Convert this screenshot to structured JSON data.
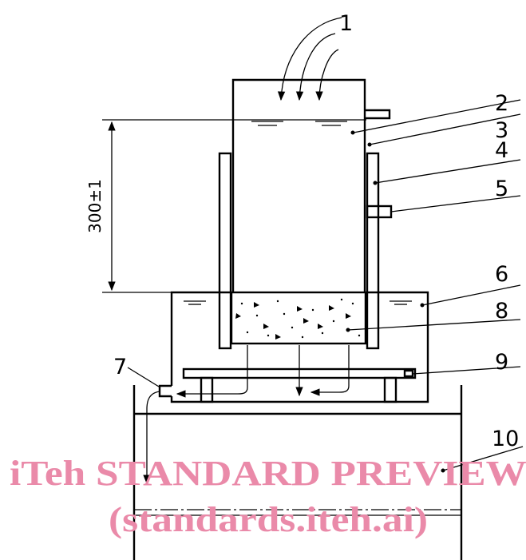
{
  "labels": {
    "n1": "1",
    "n2": "2",
    "n3": "3",
    "n4": "4",
    "n5": "5",
    "n6": "6",
    "n7": "7",
    "n8": "8",
    "n9": "9",
    "n10": "10"
  },
  "dimension": {
    "text": "300±1"
  },
  "watermark": {
    "line1": "iTeh STANDARD PREVIEW",
    "line2": "(standards.iteh.ai)",
    "color": "#ea8aa9"
  }
}
